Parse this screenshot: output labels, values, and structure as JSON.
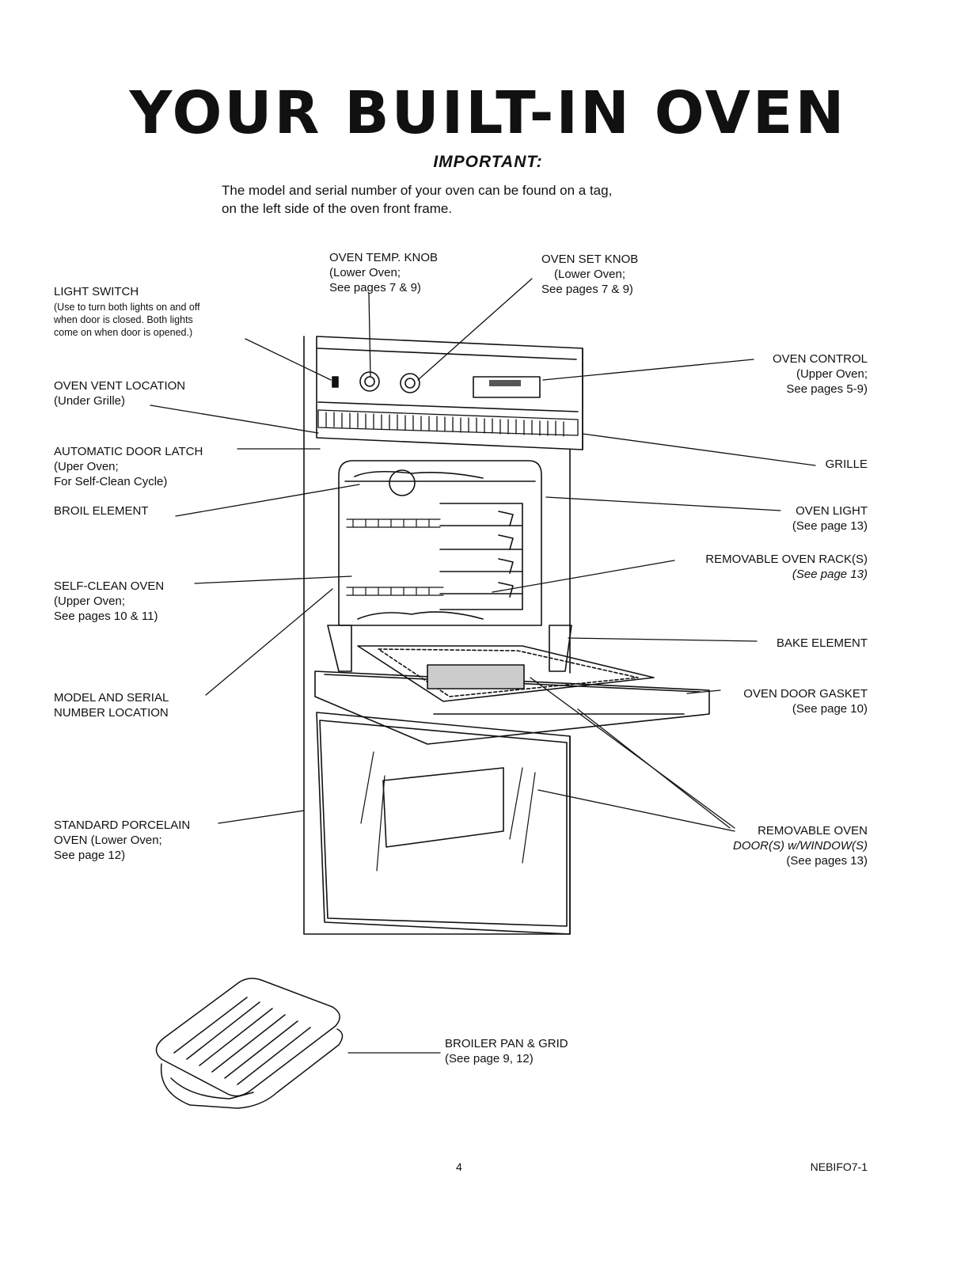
{
  "title": "YOUR BUILT-IN OVEN",
  "important": {
    "heading": "IMPORTANT:",
    "line1": "The model and serial number of your oven can be found on a tag,",
    "line2": "on the left side of the oven front frame."
  },
  "labels": {
    "oven_temp_knob": [
      "OVEN TEMP. KNOB",
      "(Lower Oven;",
      "See pages 7 & 9)"
    ],
    "oven_set_knob": [
      "OVEN SET KNOB",
      "(Lower Oven;",
      "See pages 7 & 9)"
    ],
    "light_switch": [
      "LIGHT SWITCH"
    ],
    "light_switch_note": [
      "(Use to turn both lights on and off",
      "when door is closed.  Both lights",
      "come on when door is opened.)"
    ],
    "oven_vent": [
      "OVEN VENT LOCATION",
      "(Under Grille)"
    ],
    "door_latch": [
      "AUTOMATIC DOOR LATCH",
      "(Uper Oven;",
      "For Self-Clean Cycle)"
    ],
    "broil_element": [
      "BROIL ELEMENT"
    ],
    "self_clean": [
      "SELF-CLEAN OVEN",
      "(Upper Oven;",
      "See pages 10 & 11)"
    ],
    "model_serial": [
      "MODEL AND SERIAL",
      "NUMBER LOCATION"
    ],
    "standard_porcelain": [
      "STANDARD PORCELAIN",
      "OVEN (Lower Oven;",
      "See page 12)"
    ],
    "oven_control": [
      "OVEN CONTROL",
      "(Upper Oven;",
      "See pages 5-9)"
    ],
    "grille": [
      "GRILLE"
    ],
    "oven_light": [
      "OVEN LIGHT",
      "(See page 13)"
    ],
    "oven_rack": [
      "REMOVABLE OVEN RACK(S)",
      "(See page 13)"
    ],
    "bake_element": [
      "BAKE ELEMENT"
    ],
    "door_gasket": [
      "OVEN DOOR GASKET",
      "(See page 10)"
    ],
    "oven_door": [
      "REMOVABLE OVEN",
      "DOOR(S)  w/WINDOW(S)",
      "(See pages 13)"
    ],
    "broiler_pan": [
      "BROILER PAN & GRID",
      "(See page 9, 12)"
    ]
  },
  "footer": {
    "page_number": "4",
    "code": "NEBIFO7-1"
  }
}
